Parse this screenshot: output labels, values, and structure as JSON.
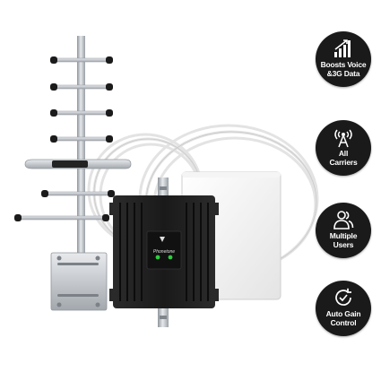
{
  "product": {
    "brand_label": "Phonetone",
    "colors": {
      "background": "#ffffff",
      "amplifier_body": "#1c1c1c",
      "led_green": "#2ecc40",
      "badge_fill": "#1a1a1a",
      "cable": "#e9e9e9",
      "antenna_metal": "#b8bcc2"
    }
  },
  "features": [
    {
      "icon": "signal-bars-icon",
      "label": "Boosts Voice\n&3G Data"
    },
    {
      "icon": "antenna-tower-icon",
      "label": "All\nCarriers"
    },
    {
      "icon": "users-icon",
      "label": "Multiple\nUsers"
    },
    {
      "icon": "auto-gain-icon",
      "label": "Auto Gain\nControl"
    }
  ]
}
